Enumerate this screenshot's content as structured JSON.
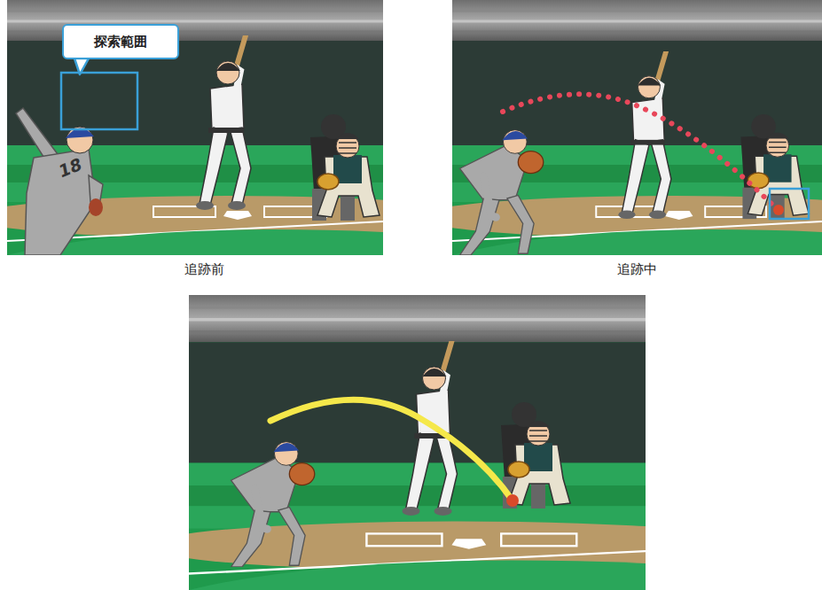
{
  "diagram": {
    "nodes": [
      {
        "text": [
          "探索範囲"
        ]
      }
    ],
    "labels": [
      "18",
      "追跡前",
      "追跡中"
    ]
  }
}
